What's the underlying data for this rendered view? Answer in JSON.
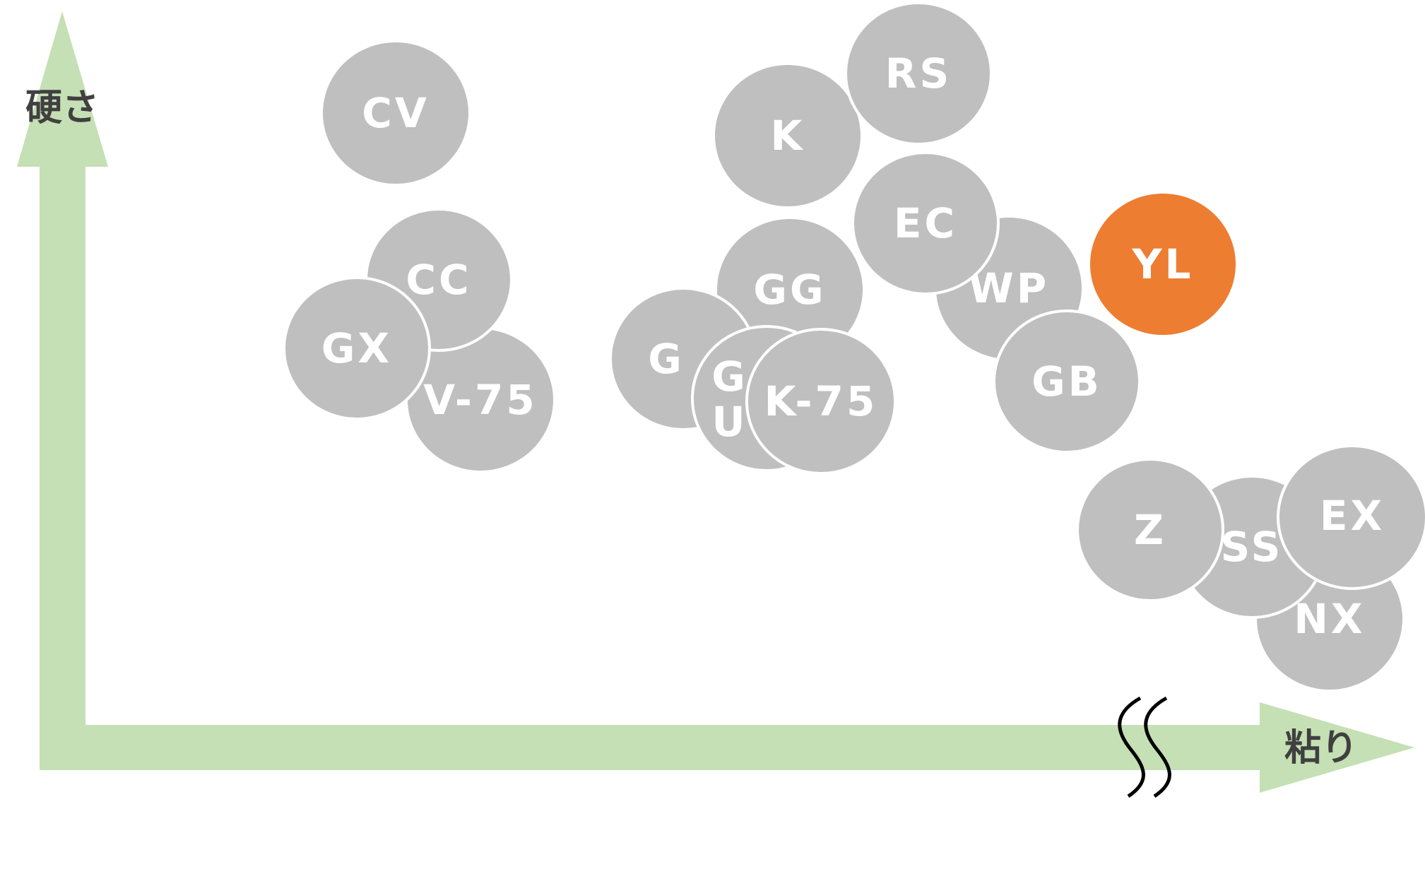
{
  "axes": {
    "y_label": "硬さ",
    "x_label": "粘り",
    "axis_color": "#c5e0b4",
    "break_mark_color": "#000000"
  },
  "colors": {
    "node_default": "#bfbfbf",
    "node_highlight": "#ed7d31",
    "node_text": "#ffffff",
    "node_outline": "#ffffff"
  },
  "nodes": [
    {
      "id": "cv",
      "label": "CV",
      "highlight": false
    },
    {
      "id": "cc",
      "label": "CC",
      "highlight": false
    },
    {
      "id": "v75",
      "label": "V-75",
      "highlight": false
    },
    {
      "id": "gx",
      "label": "GX",
      "highlight": false
    },
    {
      "id": "rs",
      "label": "RS",
      "highlight": false
    },
    {
      "id": "k",
      "label": "K",
      "highlight": false
    },
    {
      "id": "wp",
      "label": "WP",
      "highlight": false
    },
    {
      "id": "ec",
      "label": "EC",
      "highlight": false
    },
    {
      "id": "gg",
      "label": "GG",
      "highlight": false
    },
    {
      "id": "g",
      "label": "G",
      "highlight": false
    },
    {
      "id": "gu",
      "label": "G\nU",
      "highlight": false
    },
    {
      "id": "k75",
      "label": "K-75",
      "highlight": false
    },
    {
      "id": "gb",
      "label": "GB",
      "highlight": false
    },
    {
      "id": "yl",
      "label": "YL",
      "highlight": true
    },
    {
      "id": "nx",
      "label": "NX",
      "highlight": false
    },
    {
      "id": "ss",
      "label": "SS",
      "highlight": false
    },
    {
      "id": "z",
      "label": "Z",
      "highlight": false
    },
    {
      "id": "ex",
      "label": "EX",
      "highlight": false
    }
  ]
}
